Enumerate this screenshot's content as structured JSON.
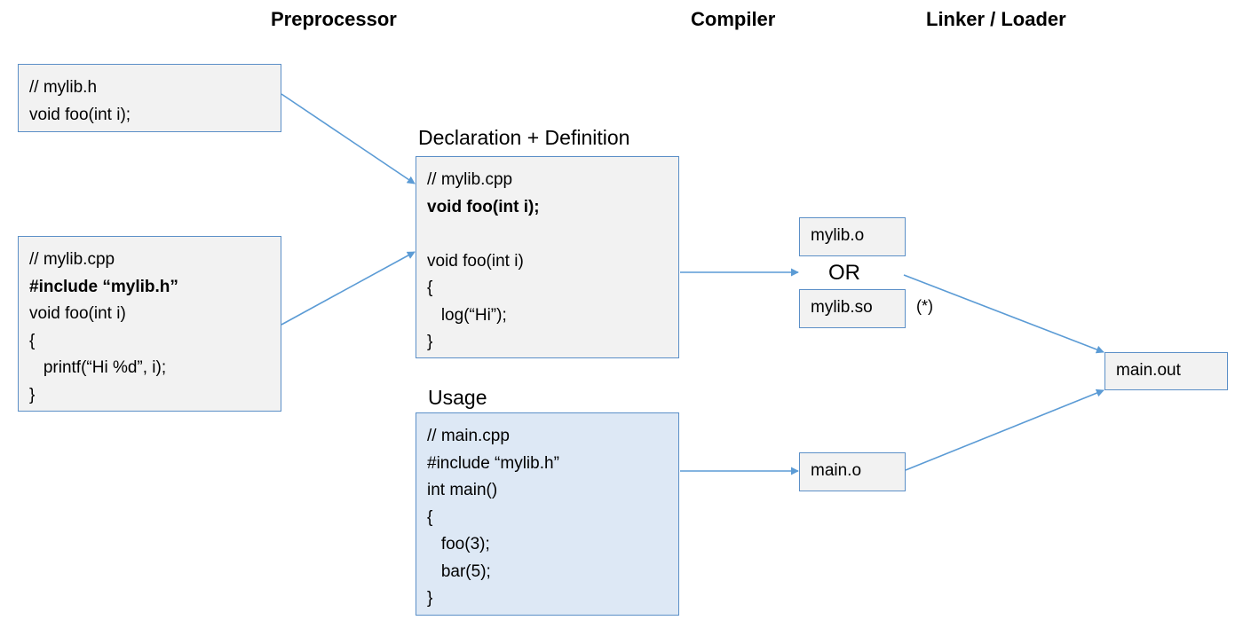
{
  "stages": {
    "preprocessor": "Preprocessor",
    "compiler": "Compiler",
    "linker": "Linker / Loader"
  },
  "header_box": {
    "lines": [
      {
        "text": "// mylib.h",
        "bold": false
      },
      {
        "text": "void foo(int i);",
        "bold": false
      }
    ]
  },
  "source_box": {
    "lines": [
      {
        "text": "// mylib.cpp",
        "bold": false
      },
      {
        "text": "#include “mylib.h”",
        "bold": true
      },
      {
        "text": "void foo(int i)",
        "bold": false
      },
      {
        "text": "{",
        "bold": false
      },
      {
        "text": "   printf(“Hi %d”, i);",
        "bold": false
      },
      {
        "text": "}",
        "bold": false
      }
    ]
  },
  "decl_def": {
    "caption": "Declaration + Definition",
    "lines": [
      {
        "text": "// mylib.cpp",
        "bold": false
      },
      {
        "text": "void foo(int i);",
        "bold": true
      },
      {
        "text": "",
        "bold": false
      },
      {
        "text": "void foo(int i)",
        "bold": false
      },
      {
        "text": "{",
        "bold": false
      },
      {
        "text": "   log(“Hi”);",
        "bold": false
      },
      {
        "text": "}",
        "bold": false
      }
    ]
  },
  "usage": {
    "caption": "Usage",
    "lines": [
      {
        "text": "// main.cpp",
        "bold": false
      },
      {
        "text": "#include “mylib.h”",
        "bold": false
      },
      {
        "text": "int main()",
        "bold": false
      },
      {
        "text": "{",
        "bold": false
      },
      {
        "text": "   foo(3);",
        "bold": false
      },
      {
        "text": "   bar(5);",
        "bold": false
      },
      {
        "text": "}",
        "bold": false
      }
    ]
  },
  "outputs": {
    "mylib_o": "mylib.o",
    "or_label": "OR",
    "mylib_so": "mylib.so",
    "so_note": "(*)",
    "main_o": "main.o",
    "main_out": "main.out"
  },
  "colors": {
    "border": "#5b8fc7",
    "arrow": "#5b9bd5",
    "box_gray": "#f2f2f2",
    "box_blue": "#dde8f5"
  }
}
